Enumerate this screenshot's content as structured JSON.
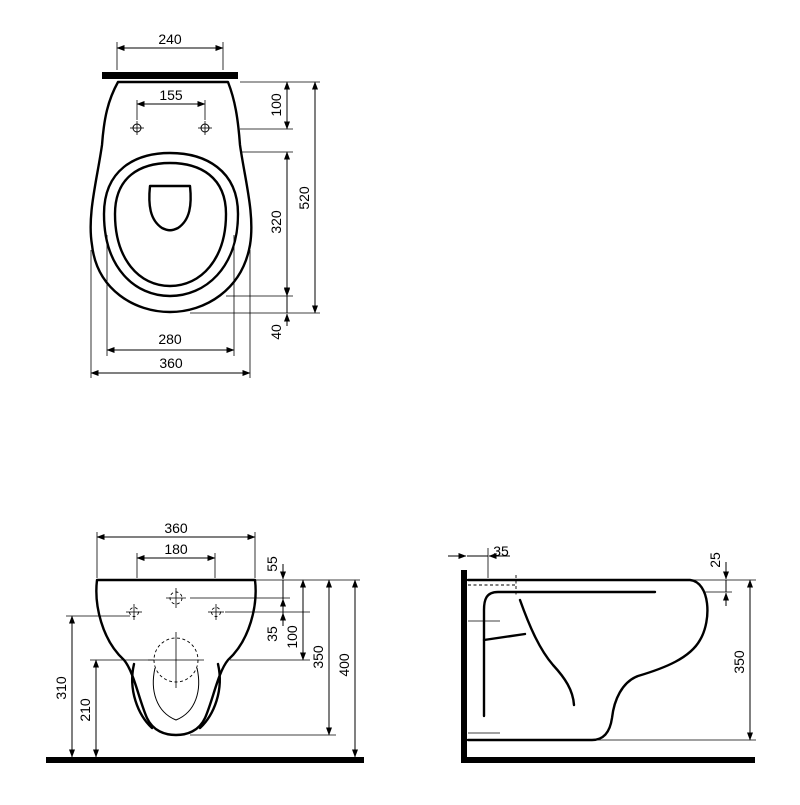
{
  "top_view": {
    "dims": {
      "width_top": "240",
      "holes": "155",
      "back_to_holes": "100",
      "bowl_length": "320",
      "overall_length": "520",
      "front_rim": "40",
      "inner_width": "280",
      "outer_width": "360"
    }
  },
  "front_view": {
    "dims": {
      "width": "360",
      "holes": "180",
      "top_to_hole": "55",
      "hole_spacing": "35",
      "top_to_outlet": "100",
      "rim_height_rel": "350",
      "total_height": "400",
      "outlet_height": "310",
      "bottom_height": "210"
    }
  },
  "side_view": {
    "dims": {
      "wall_offset": "35",
      "top_offset": "25",
      "height": "350"
    }
  },
  "colors": {
    "line": "#000000",
    "background": "#ffffff"
  }
}
